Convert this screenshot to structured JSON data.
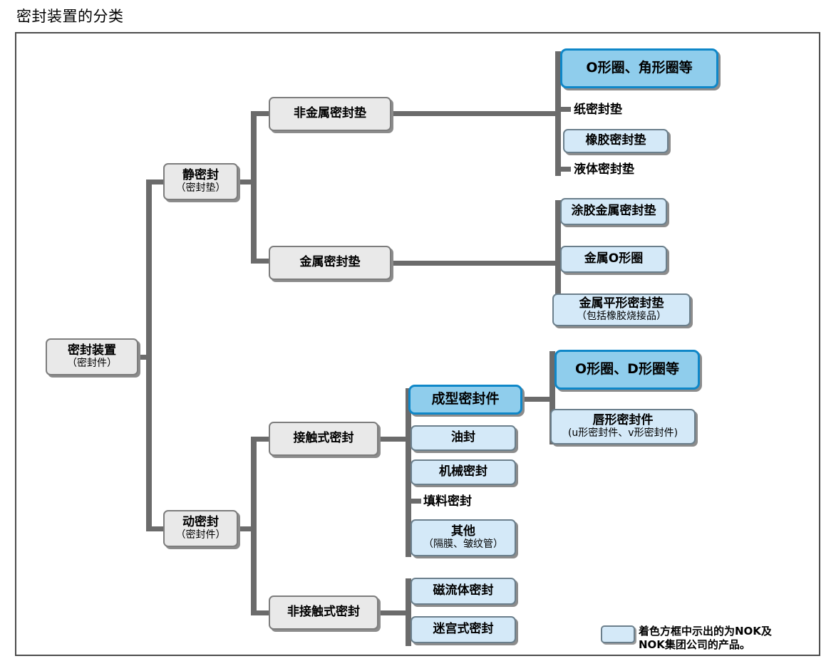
{
  "page": {
    "title": "密封装置的分类"
  },
  "diagram": {
    "type": "tree-classification",
    "root": {
      "main": "密封装置",
      "sub": "（密封件）"
    },
    "branches": [
      {
        "id": "static-seal",
        "main": "静密封",
        "sub": "（密封垫）",
        "children": [
          {
            "id": "nonmetal-gasket",
            "main": "非金属密封垫",
            "sub": "",
            "leaves": [
              {
                "main": "O形圈、角形圈等",
                "sub": "",
                "style": "strong"
              },
              {
                "main": "纸密封垫",
                "sub": "",
                "style": "plain"
              },
              {
                "main": "橡胶密封垫",
                "sub": "",
                "style": "pale"
              },
              {
                "main": "液体密封垫",
                "sub": "",
                "style": "plain"
              }
            ]
          },
          {
            "id": "metal-gasket",
            "main": "金属密封垫",
            "sub": "",
            "leaves": [
              {
                "main": "涂胶金属密封垫",
                "sub": "",
                "style": "pale"
              },
              {
                "main": "金属O形圈",
                "sub": "",
                "style": "pale"
              },
              {
                "main": "金属平形密封垫",
                "sub": "（包括橡胶烧接品）",
                "style": "pale"
              }
            ]
          }
        ]
      },
      {
        "id": "dynamic-seal",
        "main": "动密封",
        "sub": "（密封件）",
        "children": [
          {
            "id": "contact-seal",
            "main": "接触式密封",
            "sub": "",
            "leaves": [
              {
                "main": "成型密封件",
                "sub": "",
                "style": "strong"
              },
              {
                "main": "油封",
                "sub": "",
                "style": "pale"
              },
              {
                "main": "机械密封",
                "sub": "",
                "style": "pale"
              },
              {
                "main": "填料密封",
                "sub": "",
                "style": "plain"
              },
              {
                "main": "其他",
                "sub": "（隔膜、皱纹管）",
                "style": "pale"
              }
            ]
          },
          {
            "id": "noncontact-seal",
            "main": "非接触式密封",
            "sub": "",
            "leaves": [
              {
                "main": "磁流体密封",
                "sub": "",
                "style": "pale"
              },
              {
                "main": "迷宫式密封",
                "sub": "",
                "style": "pale"
              }
            ]
          }
        ]
      }
    ],
    "molded_seal_leaves": [
      {
        "main": "O形圈、D形圈等",
        "sub": "",
        "style": "strong"
      },
      {
        "main": "唇形密封件",
        "sub": "(u形密封件、v形密封件)",
        "style": "pale"
      }
    ]
  },
  "legend": {
    "note": "着色方框中示出的为NOK及\nNOK集团公司的产品。",
    "swatch_color": "#d4e9f8"
  },
  "colors": {
    "frame_border": "#4c4c4c",
    "connector": "#6b6b6b",
    "gray_node_fill": "#e9e9e9",
    "gray_node_border": "#7d7d7d",
    "pale_node_fill": "#d4e9f8",
    "pale_node_border": "#6b7f8c",
    "strong_node_fill": "#8fcdec",
    "strong_node_border": "#0f87c8",
    "shadow": "#8c8c8c"
  }
}
